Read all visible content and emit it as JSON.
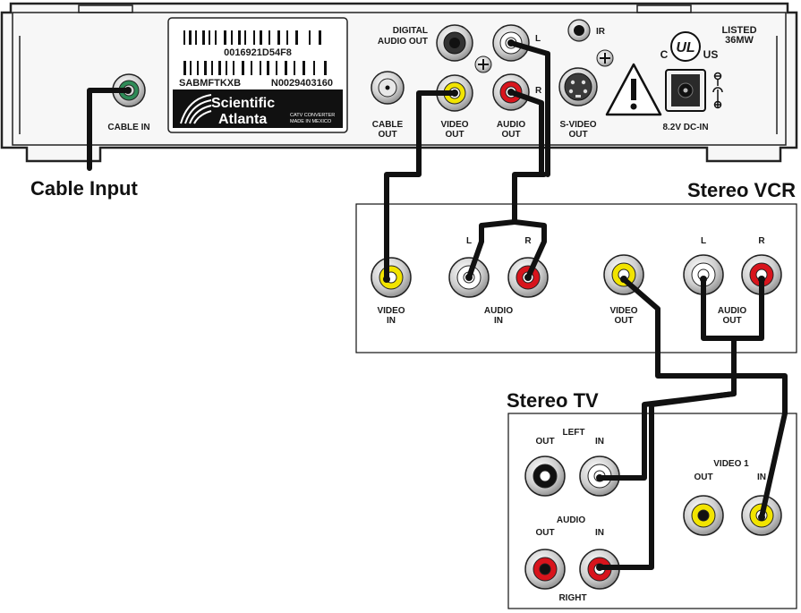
{
  "device": {
    "cable_in": "CABLE IN",
    "cable_out": [
      "CABLE",
      "OUT"
    ],
    "digital_audio_out": [
      "DIGITAL",
      "AUDIO OUT"
    ],
    "video_out": [
      "VIDEO",
      "OUT"
    ],
    "audio_out": [
      "AUDIO",
      "OUT"
    ],
    "svideo_out": [
      "S-VIDEO",
      "OUT"
    ],
    "ir": "IR",
    "ch_l": "L",
    "ch_r": "R",
    "listed": [
      "LISTED",
      "36MW"
    ],
    "ul": {
      "c": "C",
      "ul": "UL",
      "us": "US"
    },
    "dc_in": "8.2V DC-IN",
    "label": {
      "code_top": "0016921D54F8",
      "code_left": "SABMFTKXB",
      "code_right": "N0029403160",
      "brand_line1": "Scientific",
      "brand_line2": "Atlanta",
      "catv_line1": "CATV CONVERTER",
      "catv_line2": "MADE IN MEXICO"
    }
  },
  "cable_input_label": "Cable Input",
  "vcr": {
    "title": "Stereo VCR",
    "l": "L",
    "r": "R",
    "video_in": [
      "VIDEO",
      "IN"
    ],
    "audio_in": [
      "AUDIO",
      "IN"
    ],
    "video_out": [
      "VIDEO",
      "OUT"
    ],
    "audio_out": [
      "AUDIO",
      "OUT"
    ]
  },
  "tv": {
    "title": "Stereo TV",
    "left": "LEFT",
    "right": "RIGHT",
    "audio": "AUDIO",
    "out": "OUT",
    "in": "IN",
    "video1": "VIDEO 1"
  },
  "colors": {
    "yellow": "#f2e400",
    "red": "#d8141c",
    "white": "#ffffff",
    "green": "#2e8b57",
    "cable": "#111111"
  }
}
